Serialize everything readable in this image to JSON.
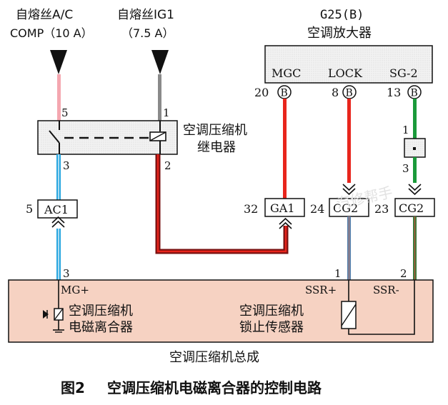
{
  "fuse_ac": {
    "line1": "自熔丝A/C",
    "line2": "COMP（10 A）"
  },
  "fuse_ig": {
    "line1": "自熔丝IG1",
    "line2": "（7.5 A）"
  },
  "amplifier": {
    "code": "G25(B)",
    "name": "空调放大器",
    "pins": [
      {
        "label": "MGC",
        "num": "20",
        "mark": "B"
      },
      {
        "label": "LOCK",
        "num": "8",
        "mark": "B"
      },
      {
        "label": "SG-2",
        "num": "13",
        "mark": "B"
      }
    ]
  },
  "relay": {
    "name_line1": "空调压缩机",
    "name_line2": "继电器",
    "pin_5": "5",
    "pin_1": "1",
    "pin_3": "3",
    "pin_2": "2"
  },
  "connector_right": {
    "top": "1",
    "bottom": "3"
  },
  "connectors": [
    {
      "num": "5",
      "name": "AC1"
    },
    {
      "num": "32",
      "name": "GA1"
    },
    {
      "num": "24",
      "name": "CG2"
    },
    {
      "num": "23",
      "name": "CG2"
    }
  ],
  "assembly": {
    "name": "空调压缩机总成",
    "pin_3": "3",
    "pin_1": "1",
    "pin_2": "2",
    "mg_plus": "MG+",
    "ssr_plus": "SSR+",
    "ssr_minus": "SSR-",
    "clutch_line1": "空调压缩机",
    "clutch_line2": "电磁离合器",
    "sensor_line1": "空调压缩机",
    "sensor_line2": "锁止传感器"
  },
  "caption": {
    "fig": "图2",
    "text": "空调压缩机电磁离合器的控制电路"
  },
  "watermark": "汽修帮手",
  "colors": {
    "pink": "#f4a7b0",
    "gray": "#8a8a8a",
    "red": "#e8251c",
    "dark_red": "#7a1010",
    "blue": "#2aa7e0",
    "green": "#1a9a3a",
    "assembly_bg": "#f6d2c2"
  }
}
